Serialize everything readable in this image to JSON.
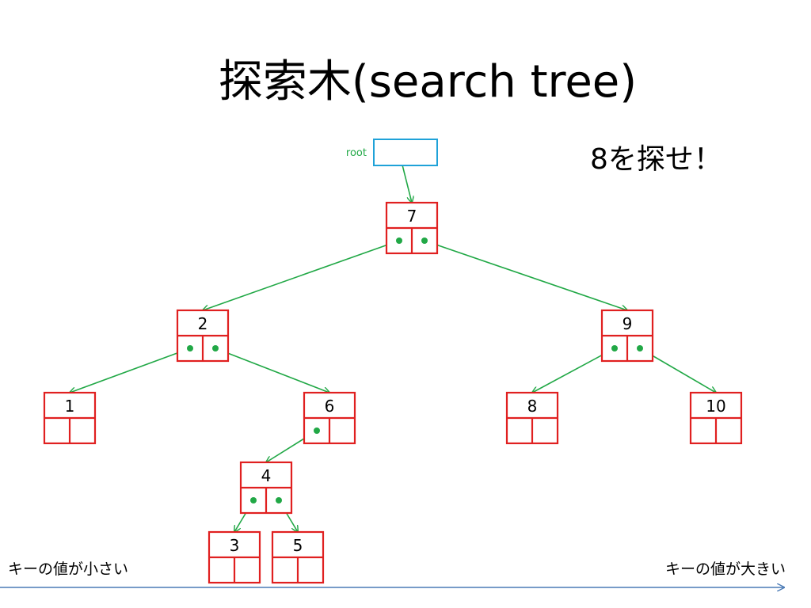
{
  "title": "探索木(search tree)",
  "callout": "8を探せ！",
  "root_label": "root",
  "axis": {
    "left_label": "キーの値が小さい",
    "right_label": "キーの値が大きい"
  },
  "tree": {
    "nodes": [
      {
        "id": "n7",
        "key": "7"
      },
      {
        "id": "n2",
        "key": "2"
      },
      {
        "id": "n9",
        "key": "9"
      },
      {
        "id": "n1",
        "key": "1"
      },
      {
        "id": "n6",
        "key": "6"
      },
      {
        "id": "n8",
        "key": "8"
      },
      {
        "id": "n10",
        "key": "10"
      },
      {
        "id": "n4",
        "key": "4"
      },
      {
        "id": "n3",
        "key": "3"
      },
      {
        "id": "n5",
        "key": "5"
      }
    ],
    "edges": [
      {
        "from": "root",
        "to": "n7"
      },
      {
        "from": "n7",
        "side": "left",
        "to": "n2"
      },
      {
        "from": "n7",
        "side": "right",
        "to": "n9"
      },
      {
        "from": "n2",
        "side": "left",
        "to": "n1"
      },
      {
        "from": "n2",
        "side": "right",
        "to": "n6"
      },
      {
        "from": "n9",
        "side": "left",
        "to": "n8"
      },
      {
        "from": "n9",
        "side": "right",
        "to": "n10"
      },
      {
        "from": "n6",
        "side": "left",
        "to": "n4"
      },
      {
        "from": "n4",
        "side": "left",
        "to": "n3"
      },
      {
        "from": "n4",
        "side": "right",
        "to": "n5"
      }
    ]
  },
  "colors": {
    "node_border": "#e02020",
    "pointer": "#21a846",
    "root_box": "#1fa2d8",
    "axis_line": "#4a7ab5"
  }
}
